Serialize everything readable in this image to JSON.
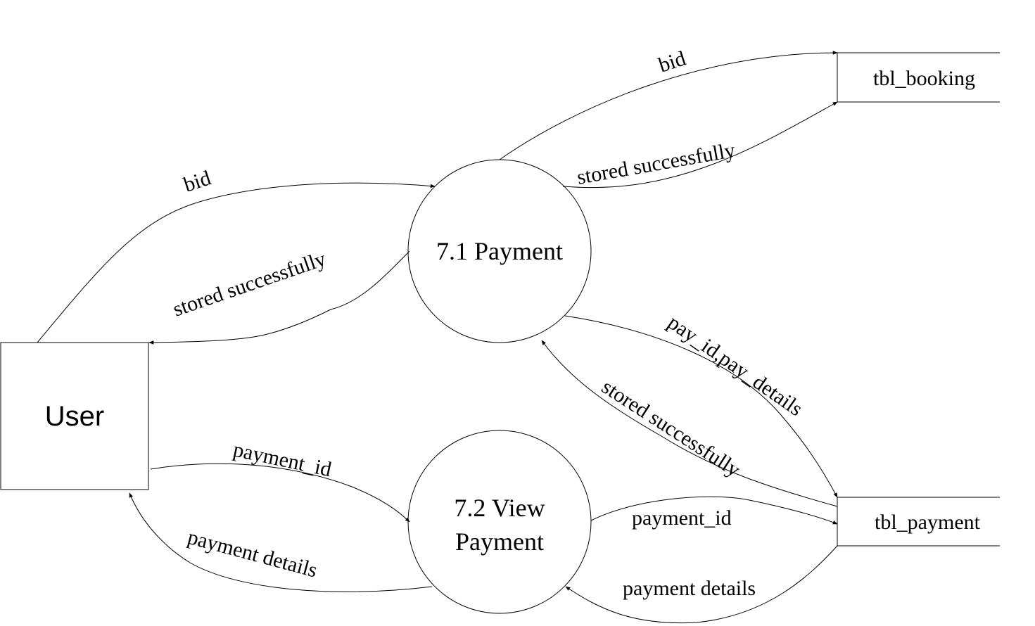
{
  "entity": {
    "label": "User"
  },
  "processes": [
    {
      "id": "p1",
      "lines": [
        "7.1 Payment"
      ]
    },
    {
      "id": "p2",
      "lines": [
        "7.2 View",
        "Payment"
      ]
    }
  ],
  "stores": [
    {
      "id": "s1",
      "label": "tbl_booking"
    },
    {
      "id": "s2",
      "label": "tbl_payment"
    }
  ],
  "flows": {
    "user_to_p1": "bid",
    "p1_to_user": "stored successfully",
    "p1_to_booking": "bid",
    "booking_to_p1": "stored successfully",
    "p1_to_payment": "pay_id,pay_details",
    "payment_to_p1": "stored successfully",
    "user_to_p2": "payment_id",
    "p2_to_user": "payment details",
    "p2_to_payment": "payment_id",
    "payment_to_p2": "payment details"
  }
}
